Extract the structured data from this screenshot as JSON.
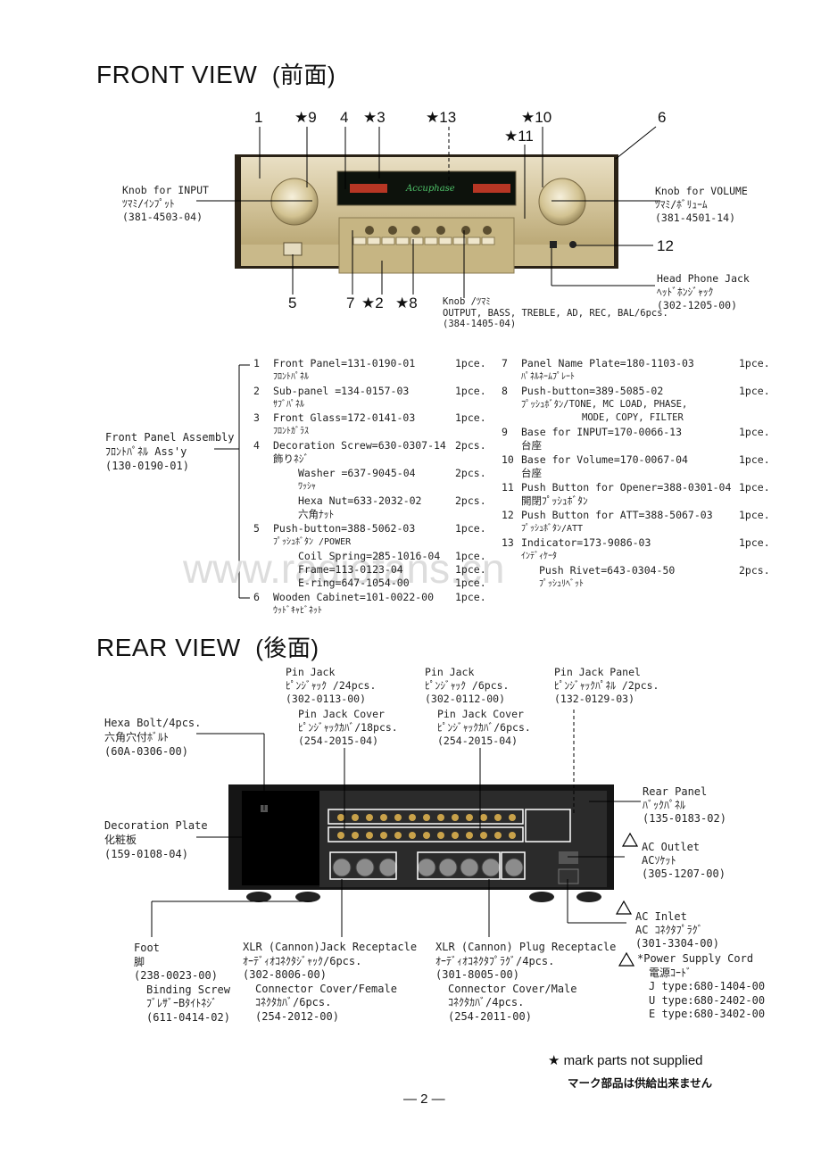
{
  "front": {
    "title": "FRONT VIEW",
    "title_jp": "(前面)",
    "callouts": {
      "c1": "1",
      "c9": "★9",
      "c4": "4",
      "c3": "★3",
      "c13": "★13",
      "c10": "★10",
      "c11": "★11",
      "c6": "6",
      "c12": "12",
      "c5": "5",
      "c7": "7",
      "c2": "★2",
      "c8": "★8"
    },
    "knob_input": [
      "Knob for INPUT",
      "ﾂﾏﾐ/ｲﾝﾌﾟｯﾄ",
      "(381-4503-04)"
    ],
    "knob_volume": [
      "Knob for VOLUME",
      "ﾂﾏﾐ/ﾎﾞﾘｭｰﾑ",
      "(381-4501-14)"
    ],
    "headphone": [
      "Head Phone Jack",
      "ﾍｯﾄﾞﾎﾝｼﾞｬｯｸ",
      "(302-1205-00)"
    ],
    "knob_bottom": [
      "Knob /ﾂﾏﾐ",
      "OUTPUT, BASS, TREBLE, AD, REC, BAL/6pcs.",
      "(384-1405-04)"
    ],
    "brand_script": "Accuphase"
  },
  "assembly": {
    "label": [
      "Front Panel Assembly",
      "ﾌﾛﾝﾄﾊﾟﾈﾙ Ass'y",
      "(130-0190-01)"
    ],
    "left": [
      {
        "num": "1",
        "desc": "Front Panel=131-0190-01",
        "qty": "1pce.",
        "sub": "ﾌﾛﾝﾄﾊﾟﾈﾙ"
      },
      {
        "num": "2",
        "desc": "Sub-panel =134-0157-03",
        "qty": "1pce.",
        "sub": "ｻﾌﾞﾊﾟﾈﾙ"
      },
      {
        "num": "3",
        "desc": "Front Glass=172-0141-03",
        "qty": "1pce.",
        "sub": "ﾌﾛﾝﾄｶﾞﾗｽ"
      },
      {
        "num": "4",
        "desc": "Decoration Screw=630-0307-14",
        "qty": "2pcs.",
        "sub": "飾りﾈｼﾞ"
      },
      {
        "num": "",
        "desc": "Washer =637-9045-04",
        "qty": "2pcs.",
        "sub": "ﾜｯｼｬ"
      },
      {
        "num": "",
        "desc": "Hexa Nut=633-2032-02",
        "qty": "2pcs.",
        "sub": "六角ﾅｯﾄ"
      },
      {
        "num": "5",
        "desc": "Push-button=388-5062-03",
        "qty": "1pce.",
        "sub": "ﾌﾟｯｼｭﾎﾞﾀﾝ /POWER"
      },
      {
        "num": "",
        "desc": "Coil Spring=285-1016-04",
        "qty": "1pce.",
        "sub": ""
      },
      {
        "num": "",
        "desc": "Frame=113-0123-04",
        "qty": "1pce.",
        "sub": ""
      },
      {
        "num": "",
        "desc": "E-ring=647-1054-00",
        "qty": "1pce.",
        "sub": ""
      },
      {
        "num": "6",
        "desc": "Wooden Cabinet=101-0022-00",
        "qty": "1pce.",
        "sub": "ｳｯﾄﾞｷｬﾋﾞﾈｯﾄ"
      }
    ],
    "right": [
      {
        "num": "7",
        "desc": "Panel Name Plate=180-1103-03",
        "qty": "1pce.",
        "sub": "ﾊﾟﾈﾙﾈｰﾑﾌﾟﾚｰﾄ"
      },
      {
        "num": "8",
        "desc": "Push-button=389-5085-02",
        "qty": "1pce.",
        "sub": "ﾌﾟｯｼｭﾎﾞﾀﾝ/TONE, MC LOAD, PHASE,",
        "sub2": "MODE, COPY, FILTER"
      },
      {
        "num": "9",
        "desc": "Base for INPUT=170-0066-13",
        "qty": "1pce.",
        "sub": "台座"
      },
      {
        "num": "10",
        "desc": "Base for Volume=170-0067-04",
        "qty": "1pce.",
        "sub": "台座"
      },
      {
        "num": "11",
        "desc": "Push Button for Opener=388-0301-04",
        "qty": "1pce.",
        "sub": "開閉ﾌﾟｯｼｭﾎﾞﾀﾝ"
      },
      {
        "num": "12",
        "desc": "Push Button for ATT=388-5067-03",
        "qty": "1pce.",
        "sub": "ﾌﾟｯｼｭﾎﾞﾀﾝ/ATT"
      },
      {
        "num": "13",
        "desc": "Indicator=173-9086-03",
        "qty": "1pce.",
        "sub": "ｲﾝﾃﾞｨｹｰﾀ"
      },
      {
        "num": "",
        "desc": "Push Rivet=643-0304-50",
        "qty": "2pcs.",
        "sub": "ﾌﾟｯｼｭﾘﾍﾞｯﾄ"
      }
    ],
    "watermark": "www.radiofans.cn"
  },
  "rear": {
    "title": "REAR VIEW",
    "title_jp": "(後面)",
    "pin_jack_24": [
      "Pin Jack",
      "ﾋﾟﾝｼﾞｬｯｸ /24pcs.",
      "(302-0113-00)"
    ],
    "pin_cover_18": [
      "Pin Jack Cover",
      "ﾋﾟﾝｼﾞｬｯｸｶﾊﾞ/18pcs.",
      "(254-2015-04)"
    ],
    "pin_jack_6": [
      "Pin Jack",
      "ﾋﾟﾝｼﾞｬｯｸ /6pcs.",
      "(302-0112-00)"
    ],
    "pin_cover_6": [
      "Pin Jack Cover",
      "ﾋﾟﾝｼﾞｬｯｸｶﾊﾞ/6pcs.",
      "(254-2015-04)"
    ],
    "pin_panel": [
      "Pin Jack Panel",
      "ﾋﾟﾝｼﾞｬｯｸﾊﾟﾈﾙ /2pcs.",
      "(132-0129-03)"
    ],
    "hexa_bolt": [
      "Hexa Bolt/4pcs.",
      "六角穴付ﾎﾞﾙﾄ",
      "(60A-0306-00)"
    ],
    "deco_plate": [
      "Decoration Plate",
      "化粧板",
      "(159-0108-04)"
    ],
    "rear_panel": [
      "Rear Panel",
      "ﾊﾞｯｸﾊﾟﾈﾙ",
      "(135-0183-02)"
    ],
    "ac_outlet": [
      "AC Outlet",
      "ACｿｹｯﾄ",
      "(305-1207-00)"
    ],
    "ac_inlet": [
      "AC Inlet",
      "AC ｺﾈｸﾀﾌﾟﾗｸﾞ",
      "(301-3304-00)"
    ],
    "power_cord": [
      "*Power Supply Cord",
      "電源ｺｰﾄﾞ",
      "J type:680-1404-00",
      "U type:680-2402-00",
      "E type:680-3402-00"
    ],
    "foot": [
      "Foot",
      "脚",
      "(238-0023-00)",
      "Binding Screw",
      "ﾌﾞﾚｻﾞｰBﾀｲﾄﾈｼﾞ",
      "(611-0414-02)"
    ],
    "xlr_jack": [
      "XLR (Cannon)Jack Receptacle",
      "ｵｰﾃﾞｨｵｺﾈｸﾀｼﾞｬｯｸ/6pcs.",
      "(302-8006-00)",
      "Connector Cover/Female",
      "ｺﾈｸﾀｶﾊﾞ/6pcs.",
      "(254-2012-00)"
    ],
    "xlr_plug": [
      "XLR (Cannon) Plug Receptacle",
      "ｵｰﾃﾞｨｵｺﾈｸﾀﾌﾟﾗｸﾞ/4pcs.",
      "(301-8005-00)",
      "Connector Cover/Male",
      "ｺﾈｸﾀｶﾊﾞ/4pcs.",
      "(254-2011-00)"
    ]
  },
  "footer": {
    "star_note": "★ mark parts not supplied",
    "star_note_jp": "マーク部品は供給出来ません",
    "page": "— 2 —"
  }
}
